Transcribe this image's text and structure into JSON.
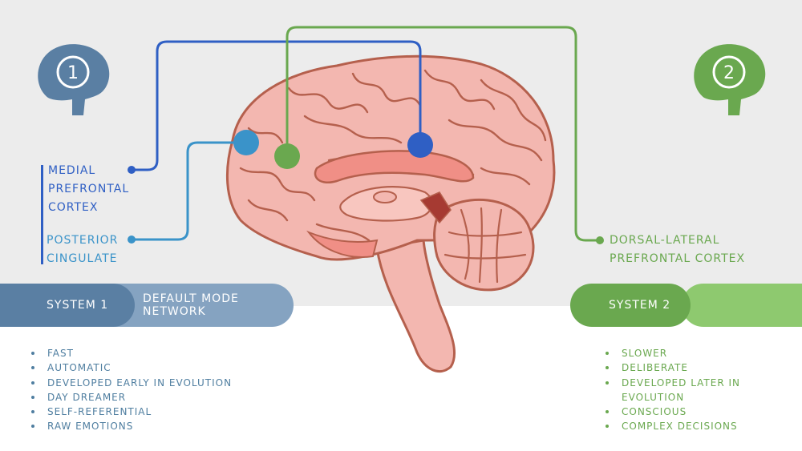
{
  "colors": {
    "system1_dark": "#5a7fa3",
    "system1_light": "#85a3c1",
    "system2_dark": "#6aa84f",
    "system2_light": "#8ec96f",
    "medial_line": "#2f5fc4",
    "posterior_line": "#3a93c9",
    "dlpfc_line": "#6aa84f",
    "brain_fill": "#f3b7b0",
    "brain_outline": "#b5604d"
  },
  "badge1": {
    "number": "1",
    "icon": "head-brain-icon"
  },
  "badge2": {
    "number": "2",
    "icon": "head-brain-icon"
  },
  "labels": {
    "medial": [
      "MEDIAL",
      "PREFRONTAL",
      "CORTEX"
    ],
    "posterior": [
      "POSTERIOR",
      "CINGULATE"
    ],
    "dlpfc": [
      "DORSAL-LATERAL",
      "PREFRONTAL CORTEX"
    ]
  },
  "system1": {
    "label": "SYSTEM 1",
    "network": "DEFAULT MODE NETWORK",
    "traits": [
      "FAST",
      "AUTOMATIC",
      "DEVELOPED EARLY IN EVOLUTION",
      "DAY DREAMER",
      "SELF-REFERENTIAL",
      "RAW EMOTIONS"
    ]
  },
  "system2": {
    "label": "SYSTEM 2",
    "traits": [
      "SLOWER",
      "DELIBERATE",
      "DEVELOPED LATER IN EVOLUTION",
      "CONSCIOUS",
      "COMPLEX DECISIONS"
    ]
  }
}
